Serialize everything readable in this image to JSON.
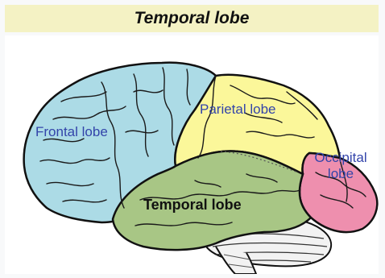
{
  "title": "Temporal lobe",
  "lobes": {
    "frontal": {
      "label": "Frontal lobe",
      "color": "#acdbe6"
    },
    "parietal": {
      "label": "Parietal lobe",
      "color": "#fbf79a"
    },
    "occipital": {
      "label_line1": "Occipital",
      "label_line2": "lobe",
      "color": "#ee8fae"
    },
    "temporal": {
      "label": "Temporal lobe",
      "color": "#a8c685",
      "highlighted": true
    },
    "cerebellum": {
      "color": "#f2f2f2"
    }
  },
  "label_color": "#3344aa",
  "title_bg": "#f4f2c4"
}
